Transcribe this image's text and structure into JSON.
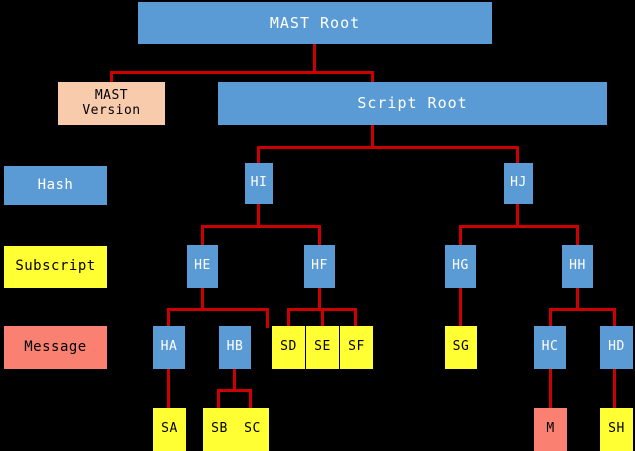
{
  "diagram": {
    "title": "MAST Root",
    "background_color": "#000000",
    "edge_color": "#CC0000",
    "colors": {
      "hash": "#5B9BD5",
      "subscript": "#FFFF33",
      "message": "#FA8072",
      "version": "#F8CBAD",
      "hash_text": "#FFFFFF",
      "dark_text": "#000000"
    }
  },
  "legend": {
    "items": [
      {
        "label": "Hash",
        "kind": "hash"
      },
      {
        "label": "Subscript",
        "kind": "subscript"
      },
      {
        "label": "Message",
        "kind": "message"
      }
    ]
  },
  "nodes": {
    "mast_root": {
      "label": "MAST Root",
      "kind": "hash"
    },
    "mast_version": {
      "label": "MAST\nVersion",
      "kind": "version"
    },
    "script_root": {
      "label": "Script Root",
      "kind": "hash"
    },
    "hi": {
      "label": "HI",
      "kind": "hash"
    },
    "hj": {
      "label": "HJ",
      "kind": "hash"
    },
    "he": {
      "label": "HE",
      "kind": "hash"
    },
    "hf": {
      "label": "HF",
      "kind": "hash"
    },
    "hg": {
      "label": "HG",
      "kind": "hash"
    },
    "hh": {
      "label": "HH",
      "kind": "hash"
    },
    "ha": {
      "label": "HA",
      "kind": "hash"
    },
    "hb": {
      "label": "HB",
      "kind": "hash"
    },
    "hc": {
      "label": "HC",
      "kind": "hash"
    },
    "hd": {
      "label": "HD",
      "kind": "hash"
    },
    "sd": {
      "label": "SD",
      "kind": "subscript"
    },
    "se": {
      "label": "SE",
      "kind": "subscript"
    },
    "sf": {
      "label": "SF",
      "kind": "subscript"
    },
    "sg": {
      "label": "SG",
      "kind": "subscript"
    },
    "sa": {
      "label": "SA",
      "kind": "subscript"
    },
    "sb": {
      "label": "SB",
      "kind": "subscript"
    },
    "sc": {
      "label": "SC",
      "kind": "subscript"
    },
    "sh": {
      "label": "SH",
      "kind": "subscript"
    },
    "m": {
      "label": "M",
      "kind": "message"
    }
  },
  "tree": {
    "root": "mast_root",
    "edges": [
      {
        "from": "mast_root",
        "to": "mast_version"
      },
      {
        "from": "mast_root",
        "to": "script_root"
      },
      {
        "from": "script_root",
        "to": "hi"
      },
      {
        "from": "script_root",
        "to": "hj"
      },
      {
        "from": "hi",
        "to": "he"
      },
      {
        "from": "hi",
        "to": "hf"
      },
      {
        "from": "hj",
        "to": "hg"
      },
      {
        "from": "hj",
        "to": "hh"
      },
      {
        "from": "he",
        "to": "ha"
      },
      {
        "from": "he",
        "to": "hb"
      },
      {
        "from": "hf",
        "to": "sd"
      },
      {
        "from": "hf",
        "to": "se"
      },
      {
        "from": "hf",
        "to": "sf"
      },
      {
        "from": "hg",
        "to": "sg"
      },
      {
        "from": "hh",
        "to": "hc"
      },
      {
        "from": "hh",
        "to": "hd"
      },
      {
        "from": "ha",
        "to": "sa"
      },
      {
        "from": "hb",
        "to": "sb"
      },
      {
        "from": "hb",
        "to": "sc"
      },
      {
        "from": "hc",
        "to": "m"
      },
      {
        "from": "hd",
        "to": "sh"
      }
    ]
  }
}
